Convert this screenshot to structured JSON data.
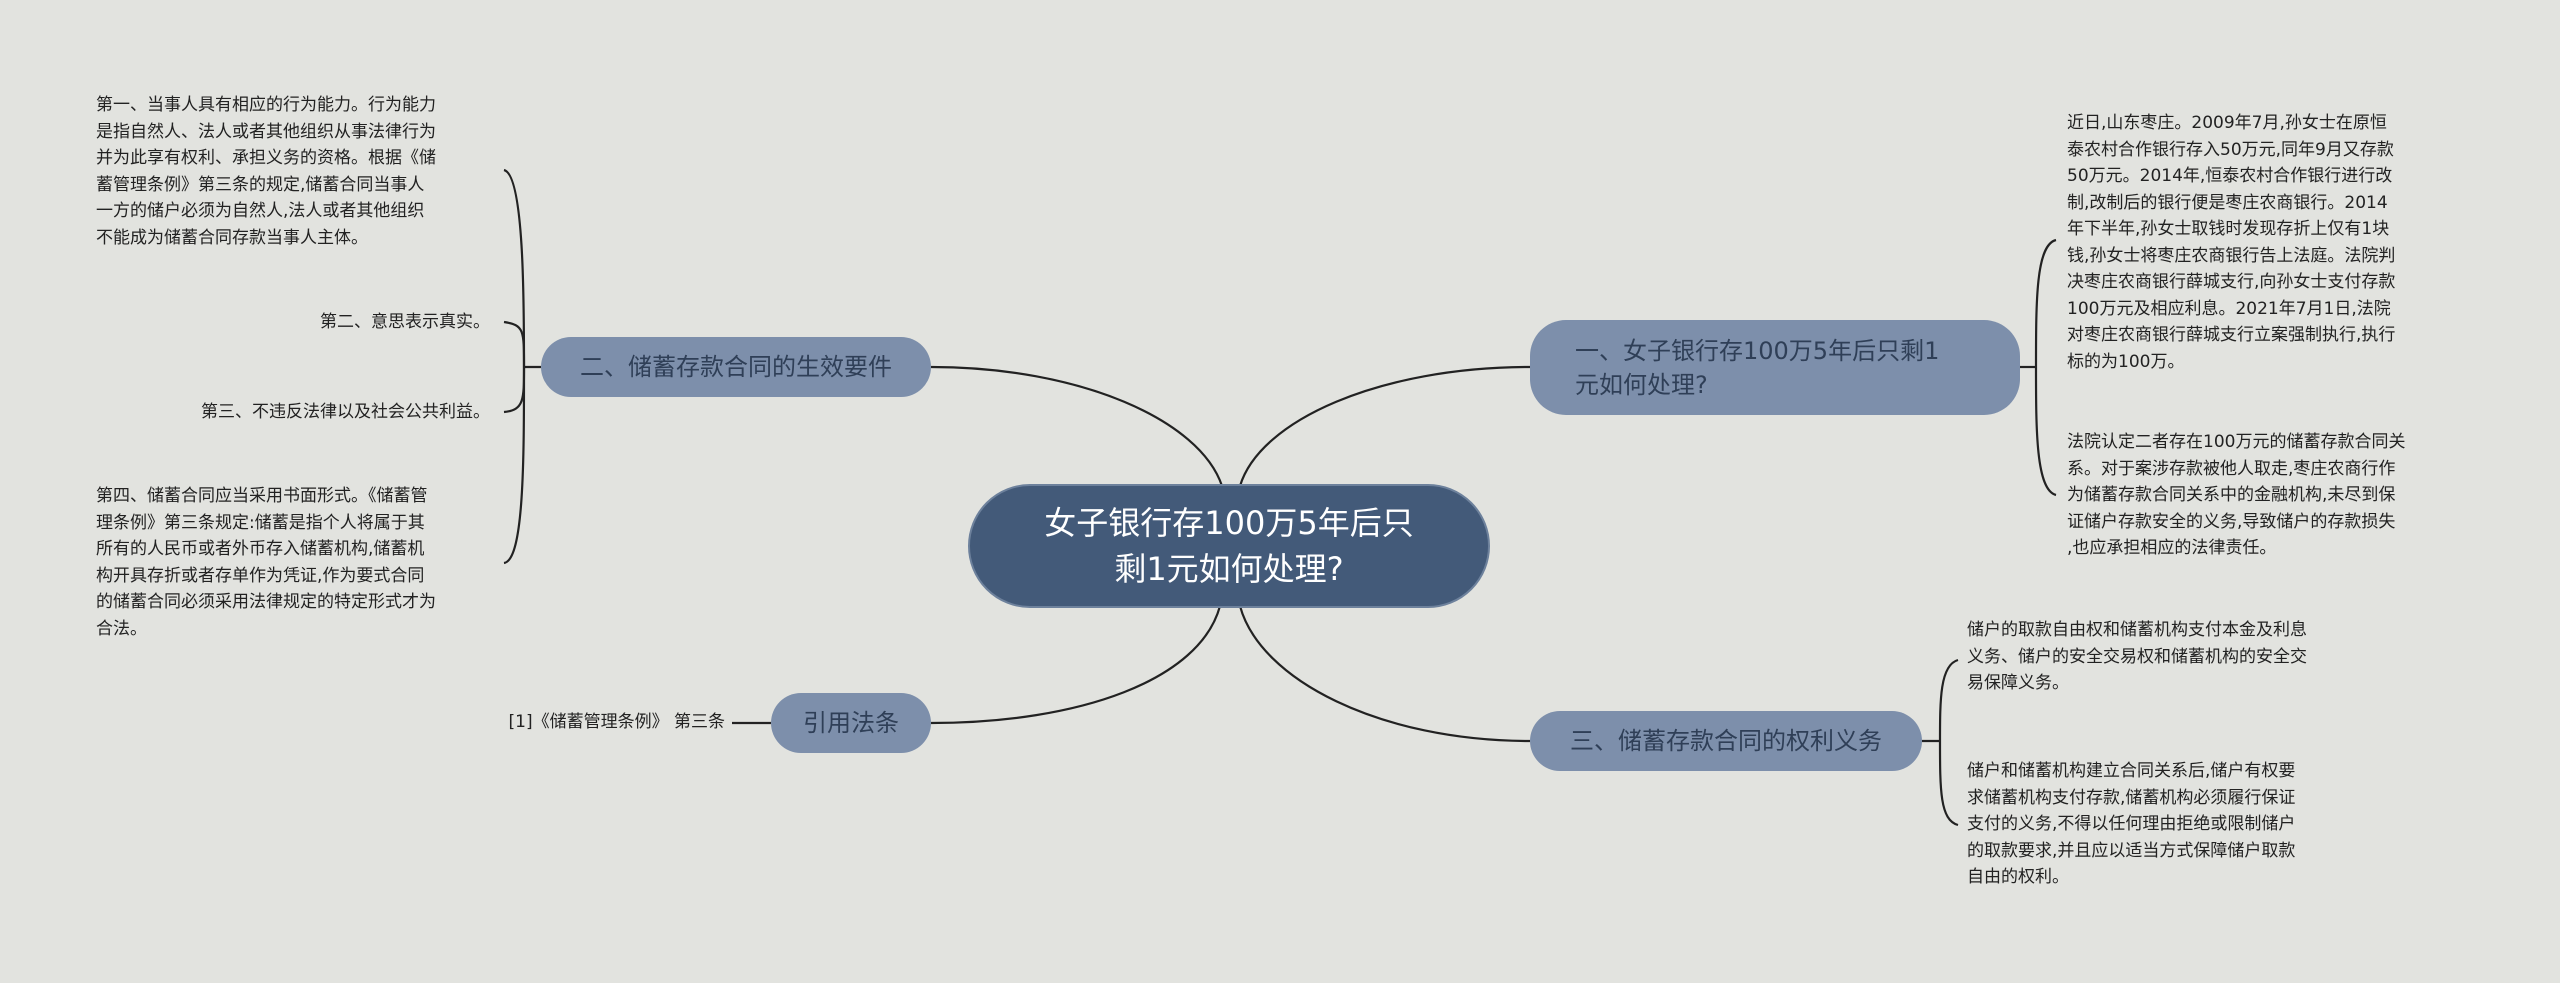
{
  "root": {
    "title": "女子银行存100万5年后只\n剩1元如何处理?"
  },
  "branches": {
    "effect_requirements": {
      "label": "二、储蓄存款合同的生效要件",
      "items": [
        "第一、当事人具有相应的行为能力。行为能力\n是指自然人、法人或者其他组织从事法律行为\n并为此享有权利、承担义务的资格。根据《储\n蓄管理条例》第三条的规定,储蓄合同当事人\n一方的储户必须为自然人,法人或者其他组织\n不能成为储蓄合同存款当事人主体。",
        "第二、意思表示真实。",
        "第三、不违反法律以及社会公共利益。",
        "第四、储蓄合同应当采用书面形式。《储蓄管\n理条例》第三条规定:储蓄是指个人将属于其\n所有的人民币或者外币存入储蓄机构,储蓄机\n构开具存折或者存单作为凭证,作为要式合同\n的储蓄合同必须采用法律规定的特定形式才为\n合法。"
      ]
    },
    "citation": {
      "label": "引用法条",
      "items": [
        "[1]《储蓄管理条例》 第三条"
      ]
    },
    "how_to_handle": {
      "label": "一、女子银行存100万5年后只剩1\n元如何处理?",
      "items": [
        "近日,山东枣庄。2009年7月,孙女士在原恒\n泰农村合作银行存入50万元,同年9月又存款\n50万元。2014年,恒泰农村合作银行进行改\n制,改制后的银行便是枣庄农商银行。2014\n年下半年,孙女士取钱时发现存折上仅有1块\n钱,孙女士将枣庄农商银行告上法庭。法院判\n决枣庄农商银行薛城支行,向孙女士支付存款\n100万元及相应利息。2021年7月1日,法院\n对枣庄农商银行薛城支行立案强制执行,执行\n标的为100万。",
        "法院认定二者存在100万元的储蓄存款合同关\n系。对于案涉存款被他人取走,枣庄农商行作\n为储蓄存款合同关系中的金融机构,未尽到保\n证储户存款安全的义务,导致储户的存款损失\n,也应承担相应的法律责任。"
      ]
    },
    "rights_obligations": {
      "label": "三、储蓄存款合同的权利义务",
      "items": [
        "储户的取款自由权和储蓄机构支付本金及利息\n义务、储户的安全交易权和储蓄机构的安全交\n易保障义务。",
        "储户和储蓄机构建立合同关系后,储户有权要\n求储蓄机构支付存款,储蓄机构必须履行保证\n支付的义务,不得以任何理由拒绝或限制储户\n的取款要求,并且应以适当方式保障储户取款\n自由的权利。"
      ]
    }
  },
  "colors": {
    "background": "#e2e3df",
    "root_fill": "#435a79",
    "branch_fill": "#7d8fab",
    "connector": "#222222"
  }
}
